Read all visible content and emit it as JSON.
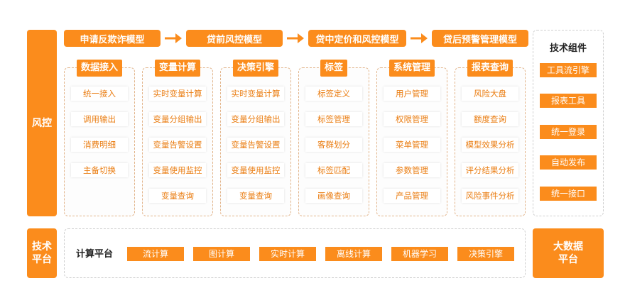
{
  "left_labels": {
    "risk": "风控",
    "tech_platform": "技术\n平台"
  },
  "models": [
    "申请反欺诈模型",
    "贷前风控模型",
    "贷中定价和风控模型",
    "贷后预警管理模型"
  ],
  "modules": [
    {
      "title": "数据接入",
      "items": [
        "统一接入",
        "调用输出",
        "消费明细",
        "主备切换"
      ]
    },
    {
      "title": "变量计算",
      "items": [
        "实时变量计算",
        "变量分组输出",
        "变量告警设置",
        "变量使用监控",
        "变量查询"
      ]
    },
    {
      "title": "决策引擎",
      "items": [
        "实时变量计算",
        "变量分组输出",
        "变量告警设置",
        "变量使用监控",
        "变量查询"
      ]
    },
    {
      "title": "标签",
      "items": [
        "标签定义",
        "标签管理",
        "客群划分",
        "标签匹配",
        "画像查询"
      ]
    },
    {
      "title": "系统管理",
      "items": [
        "用户管理",
        "权限管理",
        "菜单管理",
        "参数管理",
        "产品管理"
      ]
    },
    {
      "title": "报表查询",
      "items": [
        "风险大盘",
        "额度查询",
        "模型效果分析",
        "评分结果分析",
        "风险事件分析"
      ]
    }
  ],
  "tech_components": {
    "title": "技术组件",
    "items": [
      "工具流引擎",
      "报表工具",
      "统一登录",
      "自动发布",
      "统一接口"
    ]
  },
  "compute_platform": {
    "title": "计算平台",
    "items": [
      "流计算",
      "图计算",
      "实时计算",
      "离线计算",
      "机器学习",
      "决策引擎"
    ]
  },
  "big_data": "大数据\n平台",
  "colors": {
    "accent": "#fb8c1c",
    "item_text": "#ea7d12"
  }
}
